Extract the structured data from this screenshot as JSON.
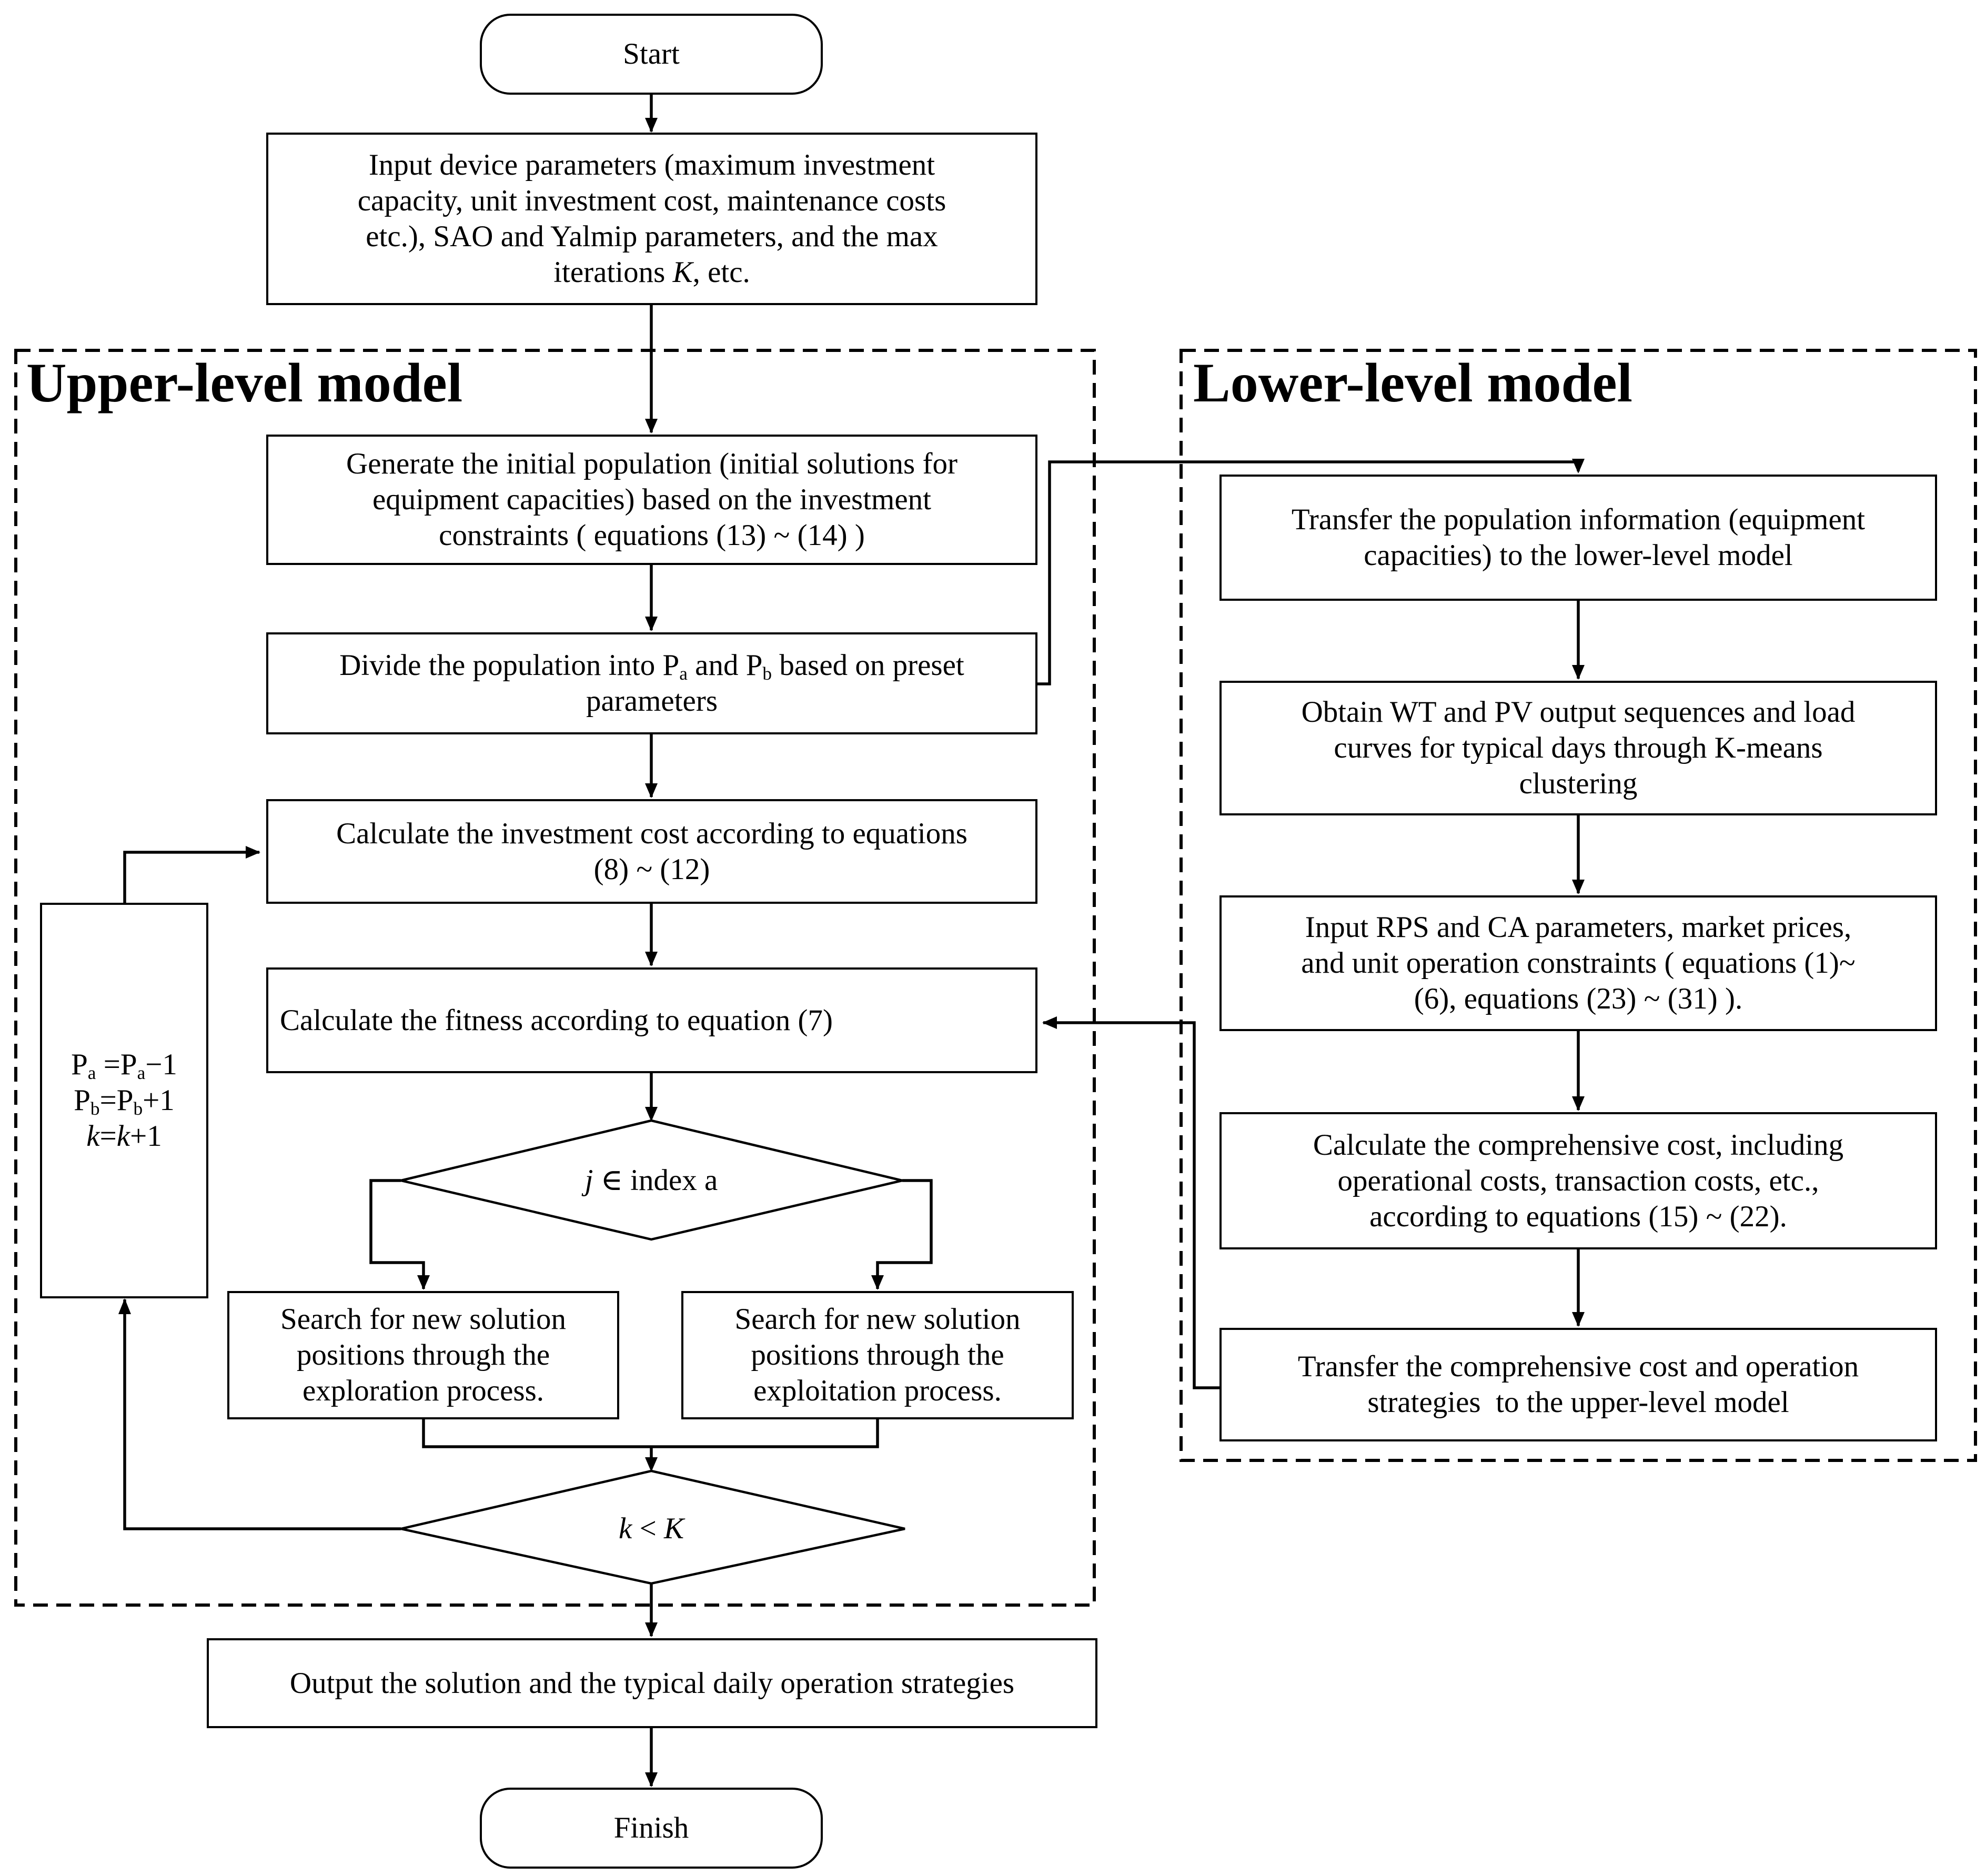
{
  "regions": {
    "upper_title": "Upper-level model",
    "lower_title": "Lower-level model"
  },
  "nodes": {
    "start": "Start",
    "input_params": [
      "Input device parameters (maximum investment",
      "capacity, unit investment cost, maintenance costs",
      "etc.), SAO and Yalmip parameters, and the max",
      "iterations ",
      "K",
      ", etc."
    ],
    "generate_population": [
      "Generate the initial population (initial solutions for",
      "equipment capacities) based on the investment",
      "constraints ( equations (13) ~ (14) )"
    ],
    "divide_population": {
      "before": "Divide the population into P",
      "sub_a": "a",
      "middle": " and P",
      "sub_b": "b",
      "after": " based on preset",
      "line2": "parameters"
    },
    "investment_cost": [
      "Calculate the investment cost according to equations",
      "(8) ~ (12)"
    ],
    "fitness": "Calculate the fitness according to equation (7)",
    "decision_j": {
      "var": "j",
      "rest": "∈ index a"
    },
    "exploration": [
      "Search for new solution",
      "positions through the",
      "exploration process."
    ],
    "exploitation": [
      "Search for new solution",
      "positions through the",
      "exploitation process."
    ],
    "decision_k": {
      "k": "k",
      "op": " < ",
      "K": "K"
    },
    "update": {
      "pa_left": "P",
      "pa_sub": "a",
      "pa_eq": " =P",
      "pa_sub2": "a",
      "pa_tail": "−1",
      "pb_left": "P",
      "pb_sub": "b",
      "pb_eq": "=P",
      "pb_sub2": "b",
      "pb_tail": "+1",
      "k_left": "k",
      "k_eq": "=",
      "k_right": "k",
      "k_tail": "+1"
    },
    "output": "Output the solution and the typical daily operation strategies",
    "finish": "Finish",
    "transfer_down": [
      "Transfer the population information (equipment",
      "capacities) to the lower-level model"
    ],
    "kmeans": [
      "Obtain WT and PV output sequences and load",
      "curves for typical days through K-means",
      "clustering"
    ],
    "rps_ca": [
      "Input RPS and CA parameters, market prices,",
      "and unit operation constraints ( equations (1)~",
      "(6), equations (23) ~ (31) )."
    ],
    "comprehensive_cost": [
      "Calculate the comprehensive cost, including",
      "operational costs, transaction costs, etc.,",
      "according to equations (15) ~ (22)."
    ],
    "transfer_up": [
      "Transfer the comprehensive cost and operation",
      "strategies  to the upper-level model"
    ]
  }
}
